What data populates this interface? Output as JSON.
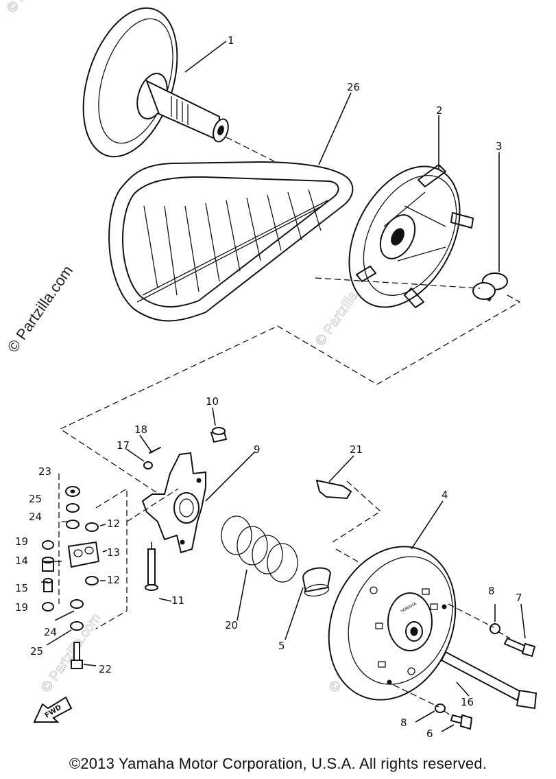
{
  "callouts": {
    "c1": "1",
    "c2": "2",
    "c3": "3",
    "c4": "4",
    "c5": "5",
    "c6": "6",
    "c7": "7",
    "c8a": "8",
    "c8b": "8",
    "c9": "9",
    "c10": "10",
    "c11": "11",
    "c12a": "12",
    "c12b": "12",
    "c13": "13",
    "c14": "14",
    "c15": "15",
    "c16": "16",
    "c17": "17",
    "c18": "18",
    "c19a": "19",
    "c19b": "19",
    "c20": "20",
    "c21": "21",
    "c22": "22",
    "c23": "23",
    "c24a": "24",
    "c24b": "24",
    "c25a": "25",
    "c25b": "25",
    "c26": "26"
  },
  "watermark": {
    "main": "© Partzilla.com",
    "faint": "© Partzilla.com"
  },
  "labels": {
    "fwd": "FWD",
    "sheave_stamp": "YAMAHA"
  },
  "footer": {
    "copyright": "©2013 Yamaha Motor Corporation, U.S.A. All rights reserved."
  }
}
